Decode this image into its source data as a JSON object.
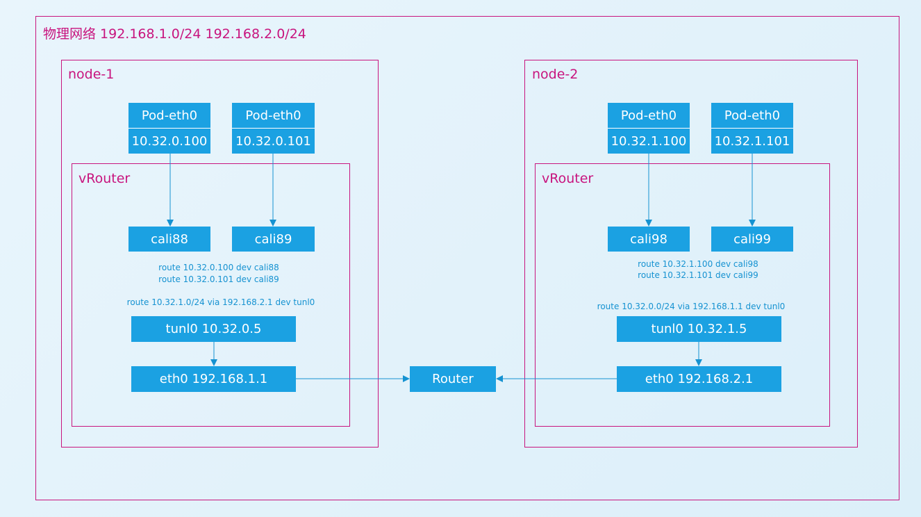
{
  "network": {
    "label": "物理网络 192.168.1.0/24 192.168.2.0/24",
    "accent": "#c8147e",
    "box_color": "#1ba1e2",
    "text_color": "#1592d1"
  },
  "nodes": [
    {
      "label": "node-1",
      "pods": [
        {
          "name": "Pod-eth0",
          "ip": "10.32.0.100"
        },
        {
          "name": "Pod-eth0",
          "ip": "10.32.0.101"
        }
      ],
      "vrouter_label": "vRouter",
      "calis": [
        "cali88",
        "cali89"
      ],
      "routes": [
        "route 10.32.0.100 dev cali88",
        "route 10.32.0.101 dev cali89"
      ],
      "tunnel_route": "route 10.32.1.0/24 via 192.168.2.1 dev tunl0",
      "tunl": "tunl0 10.32.0.5",
      "eth": "eth0 192.168.1.1"
    },
    {
      "label": "node-2",
      "pods": [
        {
          "name": "Pod-eth0",
          "ip": "10.32.1.100"
        },
        {
          "name": "Pod-eth0",
          "ip": "10.32.1.101"
        }
      ],
      "vrouter_label": "vRouter",
      "calis": [
        "cali98",
        "cali99"
      ],
      "routes": [
        "route 10.32.1.100 dev cali98",
        "route 10.32.1.101 dev cali99"
      ],
      "tunnel_route": "route 10.32.0.0/24 via 192.168.1.1 dev tunl0",
      "tunl": "tunl0 10.32.1.5",
      "eth": "eth0 192.168.2.1"
    }
  ],
  "router": {
    "label": "Router"
  }
}
